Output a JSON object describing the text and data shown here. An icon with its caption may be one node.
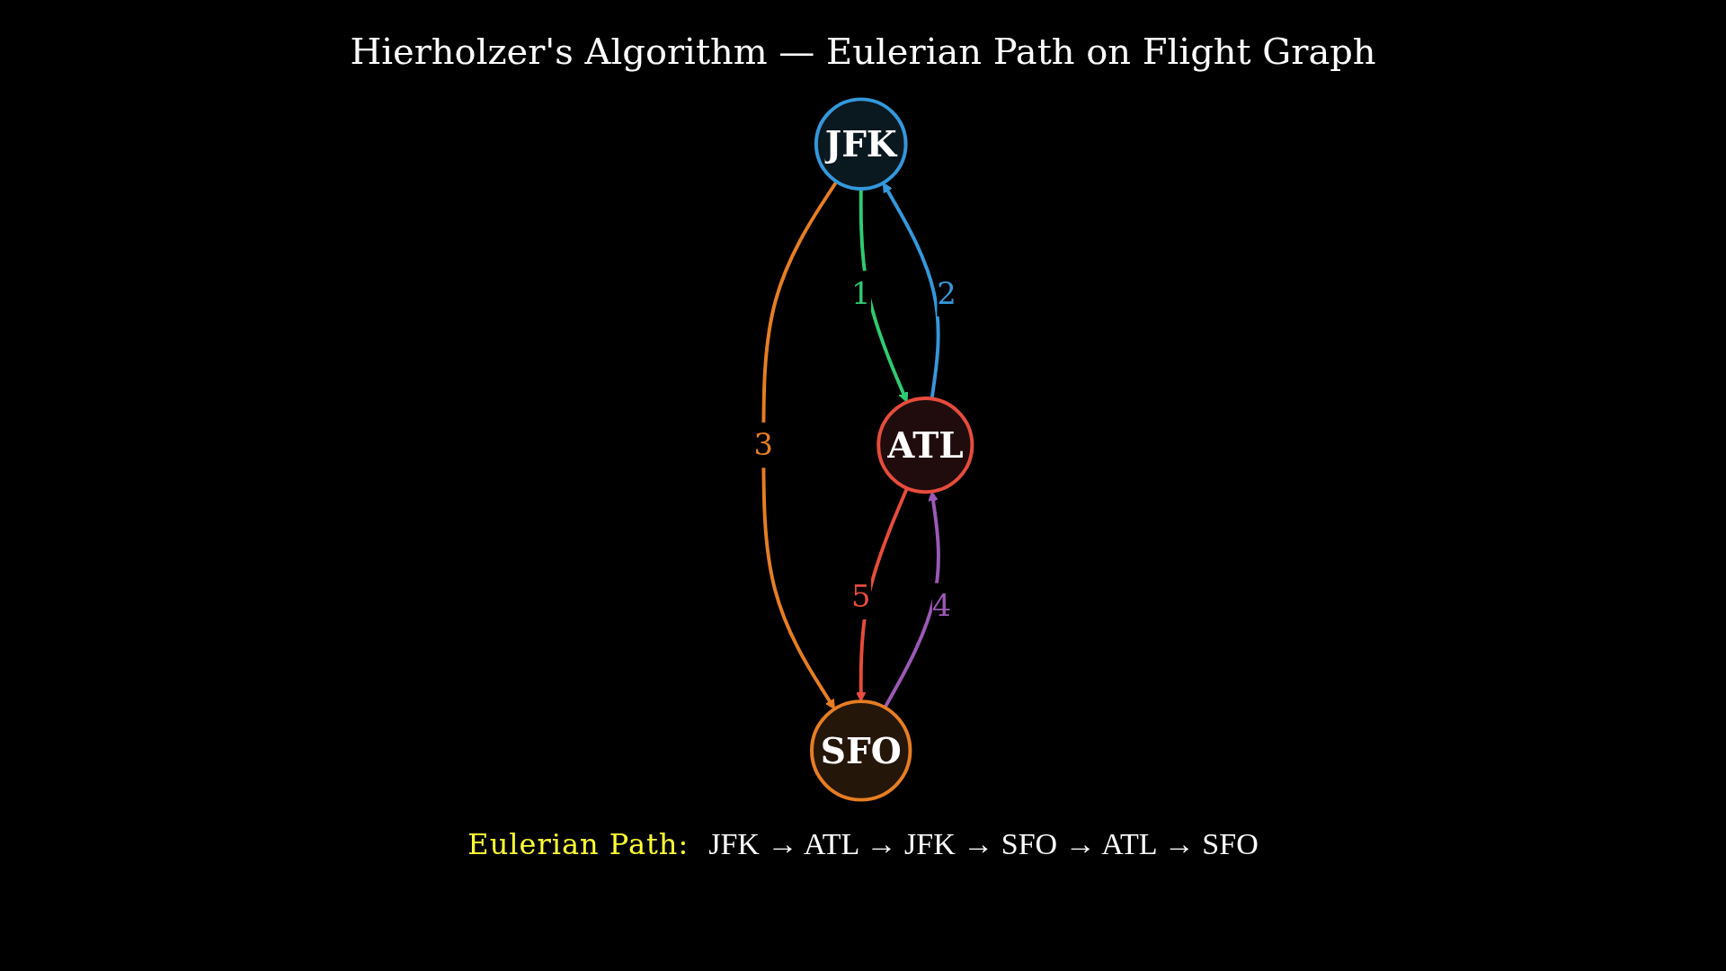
{
  "diagram": {
    "title": "Hierholzer's Algorithm — Eulerian Path on Flight Graph",
    "nodes": [
      {
        "text": [
          "JFK"
        ]
      },
      {
        "text": [
          "ATL"
        ]
      },
      {
        "text": [
          "SFO"
        ]
      }
    ],
    "edges": [
      {
        "from": 0,
        "to": 1,
        "arrow": "to",
        "label": "1",
        "color": "#2ecc71"
      },
      {
        "from": 1,
        "to": 0,
        "arrow": "to",
        "label": "2",
        "color": "#3498db"
      },
      {
        "from": 0,
        "to": 2,
        "arrow": "to",
        "label": "3",
        "color": "#e67e22"
      },
      {
        "from": 2,
        "to": 1,
        "arrow": "to",
        "label": "4",
        "color": "#9b59b6"
      },
      {
        "from": 1,
        "to": 2,
        "arrow": "to",
        "label": "5",
        "color": "#e74c3c"
      }
    ],
    "labels": [
      "Eulerian Path:",
      "JFK → ATL → JFK → SFO → ATL → SFO"
    ]
  }
}
